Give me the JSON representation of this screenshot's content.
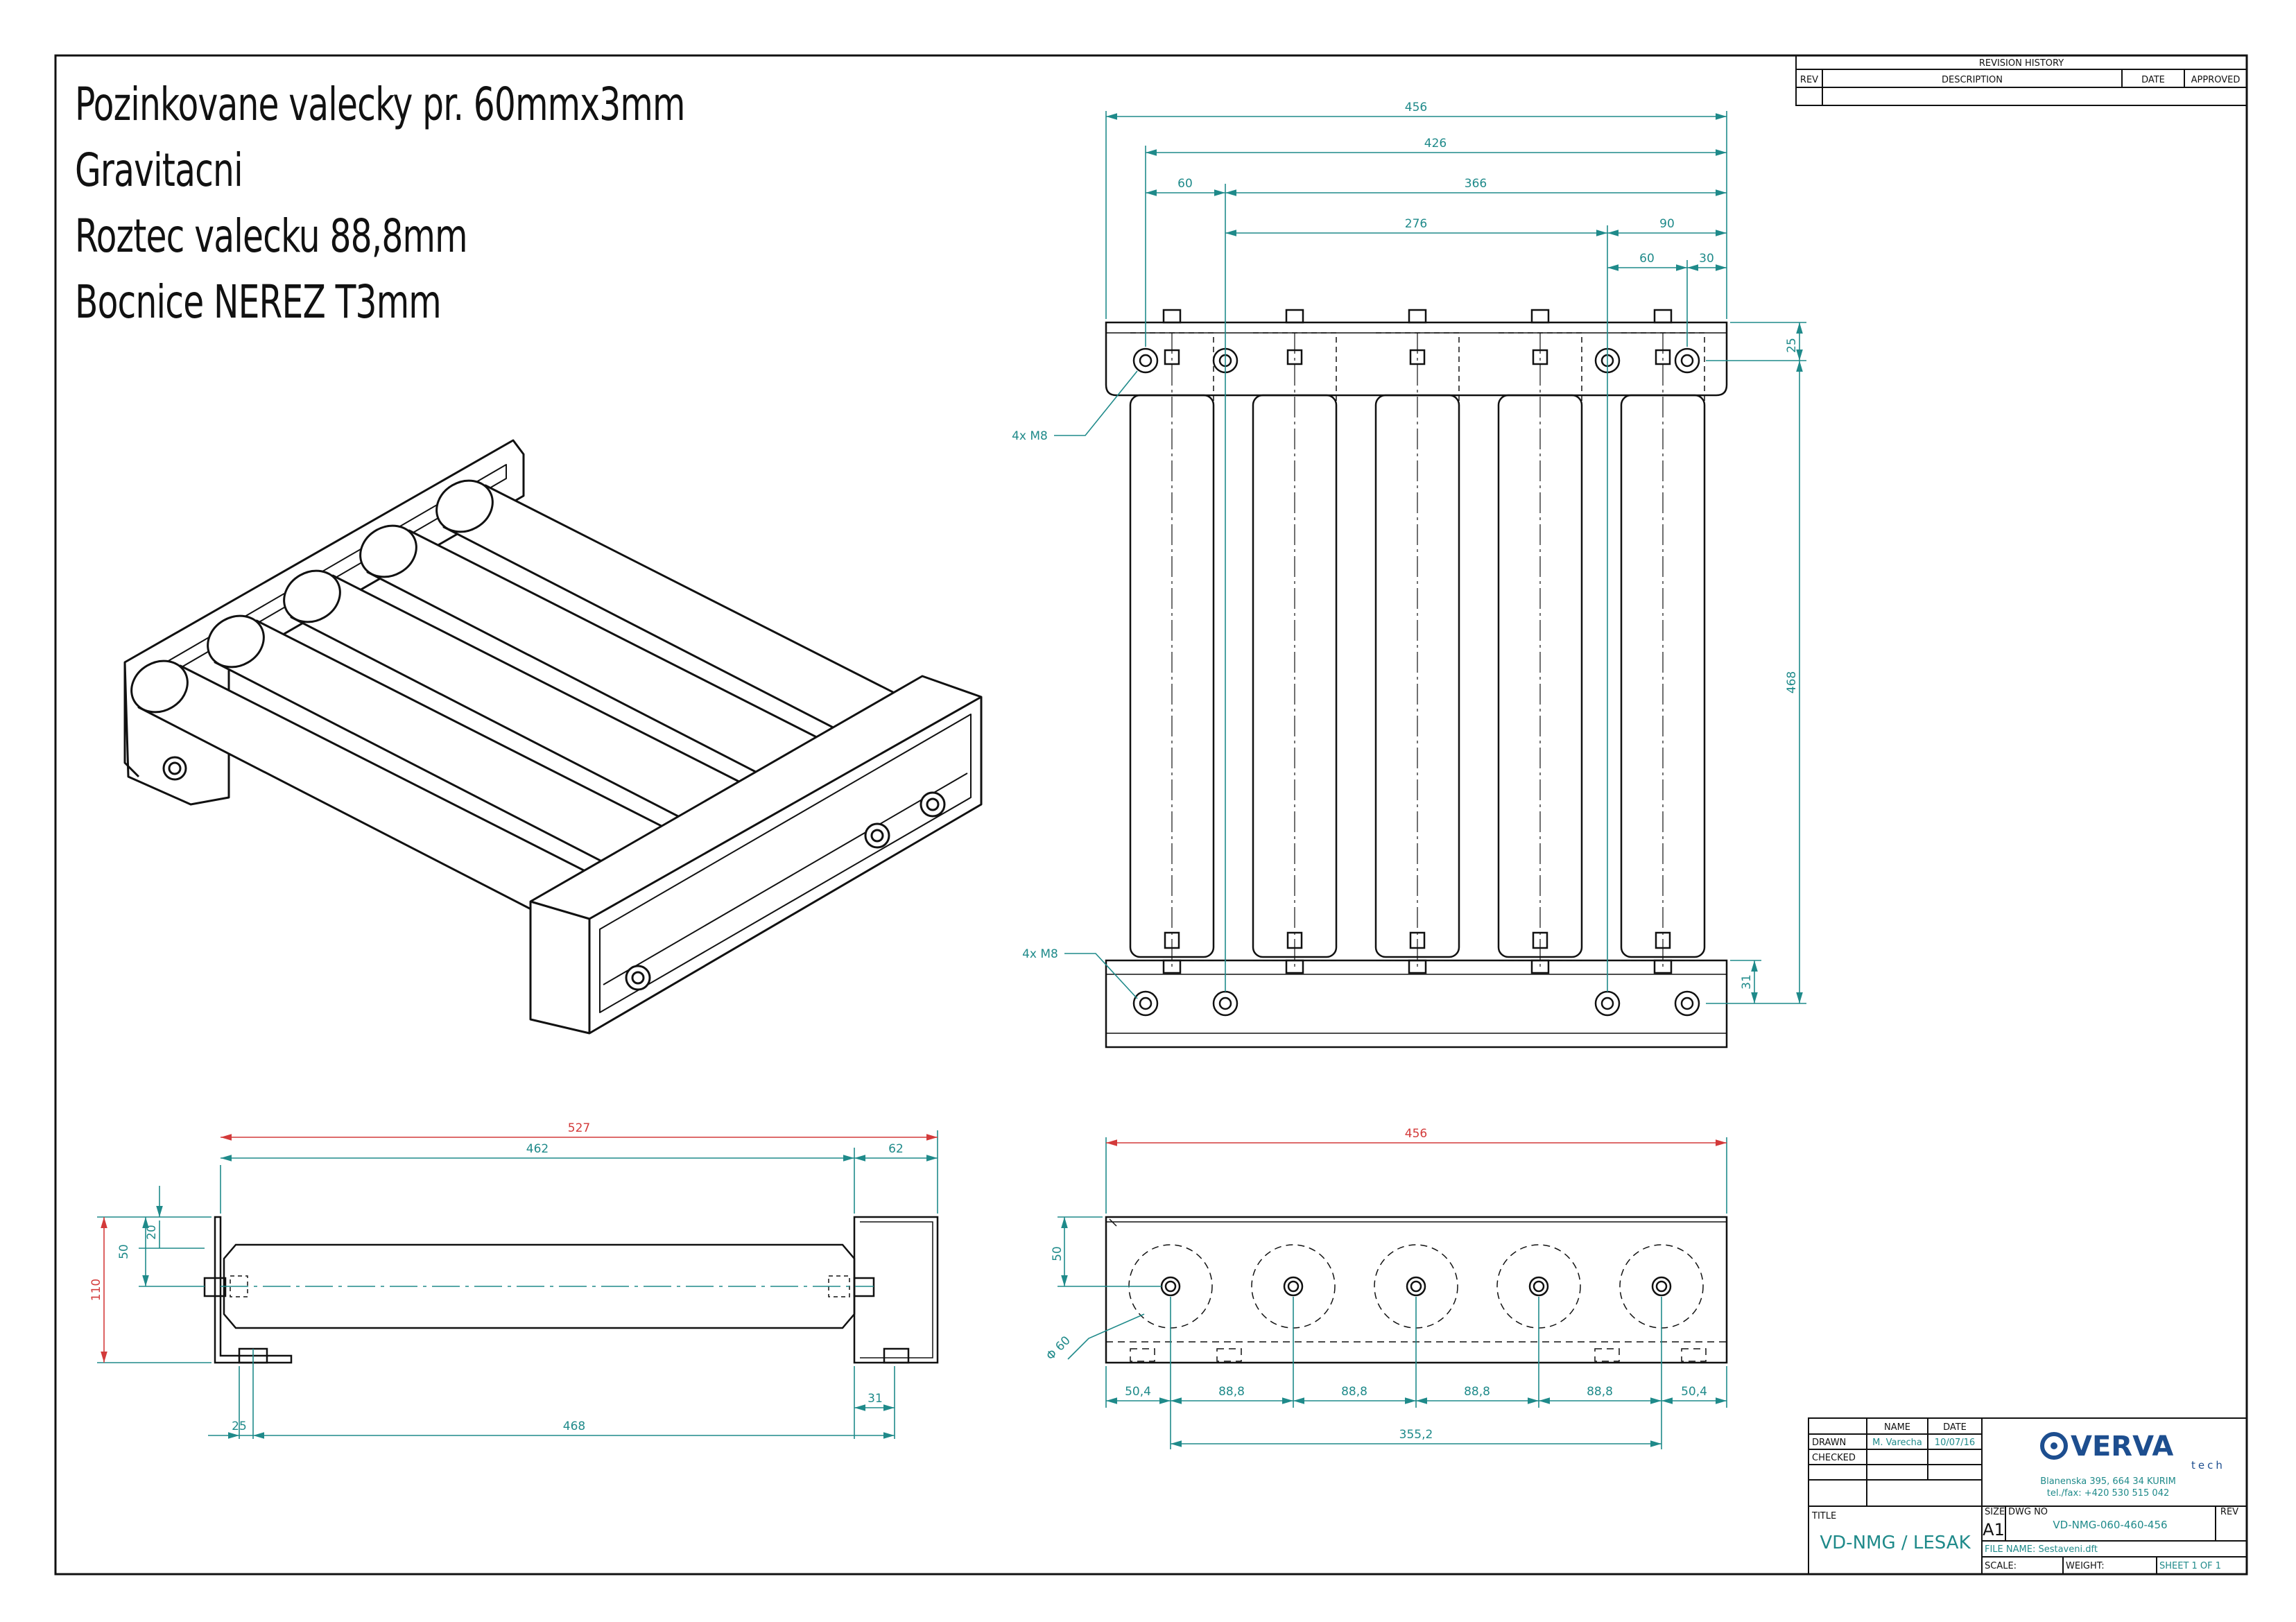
{
  "notes": {
    "line1": "Pozinkovane valecky pr. 60mmx3mm",
    "line2": "Gravitacni",
    "line3": "Roztec valecku 88,8mm",
    "line4": "Bocnice NEREZ T3mm"
  },
  "revision_history": {
    "title": "REVISION HISTORY",
    "col_rev": "REV",
    "col_description": "DESCRIPTION",
    "col_date": "DATE",
    "col_approved": "APPROVED"
  },
  "top_view": {
    "dim_456": "456",
    "dim_426": "426",
    "dim_60": "60",
    "dim_366": "366",
    "dim_276": "276",
    "dim_90": "90",
    "dim_60b": "60",
    "dim_30": "30",
    "dim_25": "25",
    "dim_468": "468",
    "dim_31": "31",
    "hole_note_top": "4x M8",
    "hole_note_bottom": "4x M8"
  },
  "side_view": {
    "dim_527": "527",
    "dim_462": "462",
    "dim_62": "62",
    "dim_20": "20",
    "dim_50": "50",
    "dim_110": "110",
    "dim_31": "31",
    "dim_25": "25",
    "dim_468": "468"
  },
  "front_view": {
    "dim_456": "456",
    "dim_50": "50",
    "dim_phi60": "Φ 60",
    "pitch_left": "50,4",
    "pitch_1": "88,8",
    "pitch_2": "88,8",
    "pitch_3": "88,8",
    "pitch_4": "88,8",
    "pitch_right": "50,4",
    "dim_3552": "355,2"
  },
  "title_block": {
    "col_name": "NAME",
    "col_date": "DATE",
    "drawn_label": "DRAWN",
    "drawn_name": "M. Varecha",
    "drawn_date": "10/07/16",
    "checked_label": "CHECKED",
    "logo_text": "VERVA",
    "logo_sub": "tech",
    "address": "Blanenska 395, 664 34 KURIM",
    "phone": "tel./fax: +420 530 515 042",
    "title_label": "TITLE",
    "title_value": "VD-NMG / LESAK",
    "size_label": "SIZE",
    "size_value": "A1",
    "dwg_no_label": "DWG NO",
    "dwg_no_value": "VD-NMG-060-460-456",
    "rev_label": "REV",
    "file_name": "FILE NAME: Sestaveni.dft",
    "scale_label": "SCALE:",
    "weight_label": "WEIGHT:",
    "sheet_label": "SHEET 1 OF 1"
  },
  "colors": {
    "line": "#111111",
    "dimension": "#1f8a8a",
    "overall_dimension": "#d33a3a",
    "logo_blue": "#1d4e8f"
  }
}
